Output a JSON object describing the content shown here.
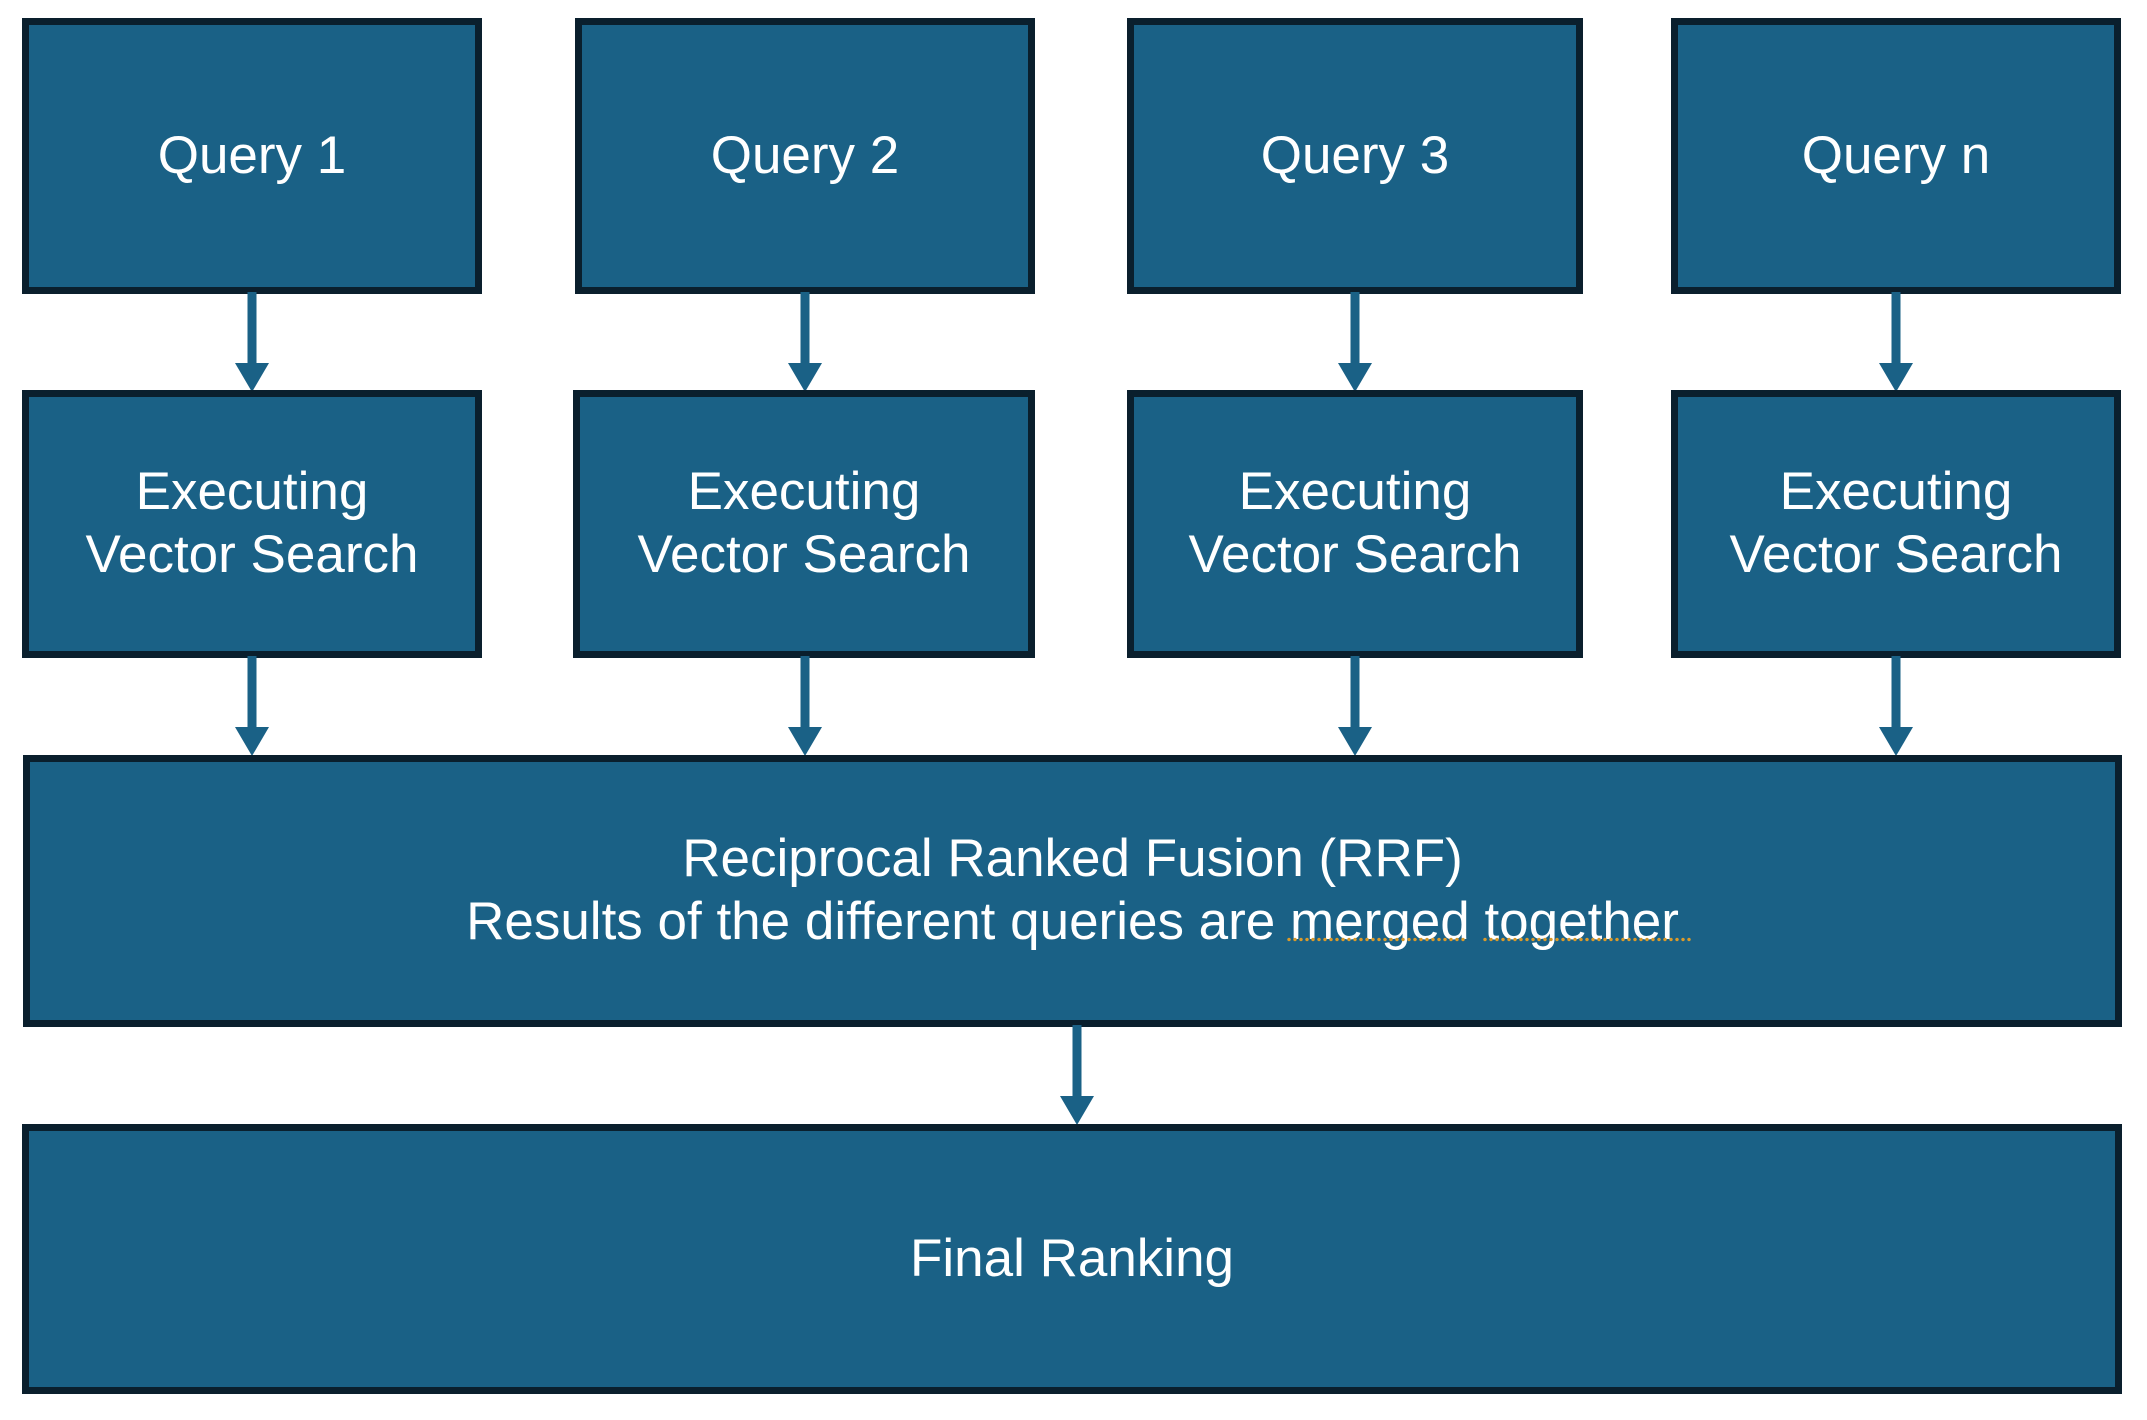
{
  "diagram": {
    "title_text_present": false,
    "background_color": "#FFFFFF",
    "node_fill_color": "#1A6186",
    "node_border_color": "#0A1F2D",
    "node_text_color": "#FFFFFF",
    "connector_color": "#1A6186",
    "spellcheck_underline_color": "#D99A2B"
  },
  "queries": [
    {
      "label": "Query 1"
    },
    {
      "label": "Query 2"
    },
    {
      "label": "Query 3"
    },
    {
      "label": "Query n"
    }
  ],
  "executors": [
    {
      "label": "Executing\nVector Search"
    },
    {
      "label": "Executing\nVector Search"
    },
    {
      "label": "Executing\nVector Search"
    },
    {
      "label": "Executing\nVector Search"
    }
  ],
  "fusion": {
    "line1": "Reciprocal Ranked Fusion (RRF)",
    "line2": "Results of the different queries are merged together",
    "label": "Reciprocal Ranked Fusion (RRF)\nResults of the different queries are merged together",
    "misspelled_phrases": [
      "merged",
      "together"
    ]
  },
  "final": {
    "label": "Final Ranking"
  },
  "connectors": [
    {
      "name": "query-1-to-executor-1"
    },
    {
      "name": "query-2-to-executor-2"
    },
    {
      "name": "query-3-to-executor-3"
    },
    {
      "name": "query-n-to-executor-n"
    },
    {
      "name": "executor-1-to-fusion"
    },
    {
      "name": "executor-2-to-fusion"
    },
    {
      "name": "executor-3-to-fusion"
    },
    {
      "name": "executor-n-to-fusion"
    },
    {
      "name": "fusion-to-final-ranking"
    }
  ]
}
